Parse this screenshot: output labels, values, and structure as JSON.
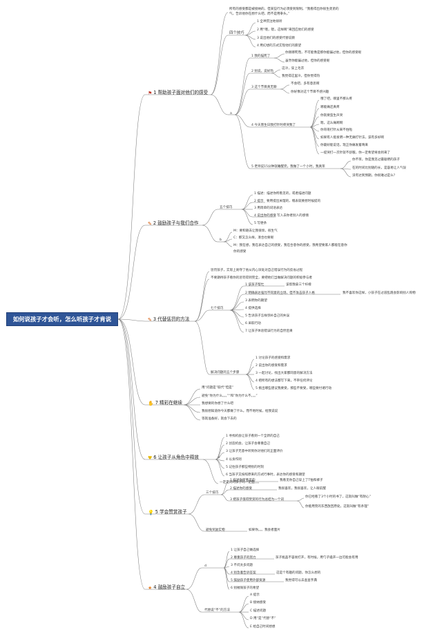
{
  "root": "如何说孩子才会听，怎么听孩子才肯说",
  "branches": {
    "b1": {
      "label": "1 帮助孩子面对他们的感受",
      "icon": "red-flag-icon"
    },
    "b2": {
      "label": "2 鼓励孩子与我们合作",
      "icon": "pencil-icon"
    },
    "b3": {
      "label": "3 代替惩罚的方法",
      "icon": "pencil-icon"
    },
    "b7": {
      "label": "7 精彩在继续",
      "icon": "hand-icon"
    },
    "b6": {
      "label": "6 让孩子从角色中释放",
      "icon": "heart-icon"
    },
    "b5": {
      "label": "5 学会赞赏孩子",
      "icon": "lightbulb-icon"
    },
    "b4": {
      "label": "4 鼓励孩子自立",
      "icon": "star-icon"
    }
  },
  "n1": {
    "intro": [
      "所有的感受都是被接纳的，但某些行为必须受到限制。“我看得出你很生弟弟的",
      "气，告诉他你在想什么吧，而不是用拳头。”"
    ],
    "four": "四个技巧",
    "four_items": [
      "1 全神贯注地倾听",
      "2 用“哦，嗯，这样啊”来回应他们的感受",
      "3 说出他们的感受代替说教",
      "4 用幻想的方式实现他们的愿望"
    ],
    "s1": "1 我的猫死了",
    "s1a": "你刚哪死而，不可能像是那你能骗过他，但你的感受呢",
    "s1b": "虽然你能骗过他，但你的感受呢",
    "s2": "2 别说，说好热",
    "s2a": "这冷，穿上毛衣",
    "s2b": "我觉得这里冷，但你觉得热",
    "s3": "3 这个节目真无聊",
    "s3a": "不会吧，多有意思啊",
    "s3b": "你好像对这个节目不感兴趣",
    "s4": "4 今天害生日我打针时疼哭我了",
    "s4_items": [
      "哦了吧，哪里不那么疼",
      "哪能痛还真疼",
      "你就要蛮生声哭",
      "嗯，这么痛啊啊",
      "你哥哥打针从来不怕啦",
      "如果有人能发明一种无痛打针法，该有多好啊",
      "你最好能说话，现正你痛发着晴来",
      "一提哭打一次针就不舒服，你一定希望将会到来了"
    ],
    "s5": "5 老师说15分钟就睡醒完，我做了一个小时，我真笨",
    "s5_items": [
      "你不笨，你是我见过最聪明的孩子",
      "在的时间比别随的长，是容易让人气馁",
      "没有达到预期，你很难过是么？"
    ],
    "a_mark": "a"
  },
  "n2": {
    "five": "五个技巧",
    "items": [
      "1 描述：描述你所看见的，或者描述问题",
      "2 提示",
      "3 用简单的词语表达",
      "4 说出你的感受",
      "5 写便条"
    ],
    "tip2": "要用提出关理的，赠表就要想时候提的",
    "tip4": "写入去你者别人的感情",
    "b_mark": "b",
    "quotes": [
      "M：要和随去让我很烦，很生气",
      "C：那又怎么样，凑合也要呢",
      "M：我在想，我在表达自己的感受，我在合意你的感受，我希望要家人都能在意你",
      "你的感受"
    ]
  },
  "n3": {
    "intro1": "惩罚孩子，实际上剥夺了他从内心深处对自己错误行为的反省过程",
    "intro2": "不要期待孩子看你的惩罚得到完全，要把他们当做解决问题的积极参与者",
    "seven": "七个技巧",
    "seven_items": [
      "1 该孩子帮忙",
      "2 明确表达强烈不同意的立场，但不攻击孩子人格",
      "3 表明你的期望",
      "4 提供选择",
      "5 告诉孩子怎样弥补自己的失误",
      "6 采取行动",
      "7 让孩子体验错误行为的自然后果"
    ],
    "note1": "该帮我拿三个柠檬",
    "note2": "我不喜欢你这样，小孩子在过道乱跑会影响别人购物",
    "solve": "解决问题的五个步骤",
    "solve_items": [
      "1 讨论孩子的感受和需求",
      "2 说出你的感受和需求",
      "3 一起讨论，找出大家都同意的解决方法",
      "4 把所有的想法都写下来，不带任何评论",
      "5 挑出哪些建议我要受，那些不要受，哪些要付诸行动"
    ]
  },
  "n7": {
    "items": [
      "用“问题是”取代“但是”",
      "避免“你为什么。。。”“和”你为什么不。。。”",
      "我想要的你想了什么吧",
      "我很想知道你今天都做了什么。而不地时候，给我说说",
      "等就准备好，就会下去的"
    ]
  },
  "n6": {
    "c_mark": "c",
    "items": [
      "1 寻找机会让孩子看到一个全新的自己",
      "2 创造机会，让孩子会尊重自己",
      "3 让孩子无意中听到你对他们的正面评价",
      "4 以身作则",
      "5 记住孩子那些特别的时刻",
      "6 当孩子又按照原来的方式行事时，表达你的感受和期望"
    ],
    "end": "一定是对的孩子吗一定面。。。"
  },
  "n5": {
    "three": "三个技巧",
    "items": [
      "1 描述你所看见的",
      "2 描述你的感受",
      "3 把孩子值得赞赏的行为总结为一个词"
    ],
    "d1": "我看见你自己穿上了T恤和裤子",
    "d2": "我很喜欢，我很喜欢，让人眼前醒",
    "d3a": "你已经看了3个小时的书了，这就叫做“有耐心”",
    "d3b": "你能用完的东西放回原处，这就叫做“有条理”",
    "avoid": "避免奖励实物",
    "avoid_note": "如果你。。。我会者面片"
  },
  "n4": {
    "d_mark": "d",
    "items": [
      "1 让孩子自己做选择",
      "2 尊重孩子的努力",
      "3 不问太多问题",
      "4 别急着告诉答案",
      "5 鼓励孩子使用外部资源",
      "6 别摧毁孩子的希望"
    ],
    "note2": "孩子瓶盖不容易打开，有时候，用勺子撬开一边可能会有用",
    "note4": "这是个有趣的问题，你怎么想的",
    "note5": "我觉得可以去查查字典",
    "alt": "代替说“不”的方法",
    "alt_items": [
      "A 提示",
      "B 接纳感受",
      "C 描述问题",
      "D 用“是”代替“不”",
      "E 给自己时间想想"
    ]
  }
}
